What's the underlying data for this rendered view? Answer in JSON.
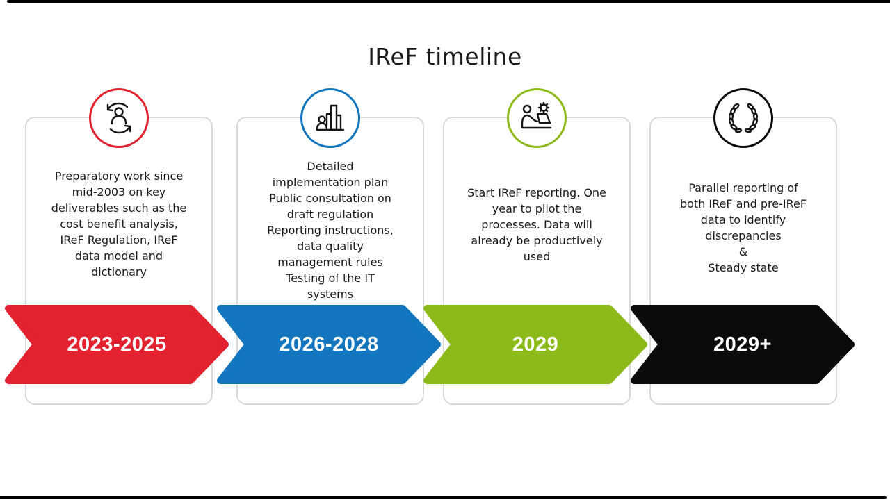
{
  "title": "IReF timeline",
  "colors": {
    "red": "#E2222F",
    "blue": "#1275BD",
    "green": "#8CBA18",
    "black": "#0B0B0B",
    "card_border": "#D9D9D9",
    "text": "#1A1A1A",
    "year_text": "#FFFFFF"
  },
  "cards": [
    {
      "phase": 1,
      "icon": "person-sync-icon",
      "color": "#E2222F",
      "description": "Preparatory work since\nmid-2003 on key\ndeliverables such as the\ncost benefit analysis,\nIReF Regulation, IReF\ndata model and\ndictionary",
      "period": "2023-2025"
    },
    {
      "phase": 2,
      "icon": "person-chart-icon",
      "color": "#1275BD",
      "description": "Detailed\nimplementation plan\nPublic consultation on\ndraft regulation\nReporting instructions,\ndata quality\nmanagement rules\nTesting of the IT\nsystems",
      "period": "2026-2028"
    },
    {
      "phase": 3,
      "icon": "person-laptop-gear-icon",
      "color": "#8CBA18",
      "description": "Start IReF reporting. One\nyear to pilot the\nprocesses. Data will\nalready be productively\nused",
      "period": "2029"
    },
    {
      "phase": 4,
      "icon": "laurel-wreath-icon",
      "color": "#0B0B0B",
      "description": "Parallel reporting of\nboth IReF and pre-IReF\ndata to identify\ndiscrepancies\n&\nSteady state",
      "period": "2029+"
    }
  ]
}
